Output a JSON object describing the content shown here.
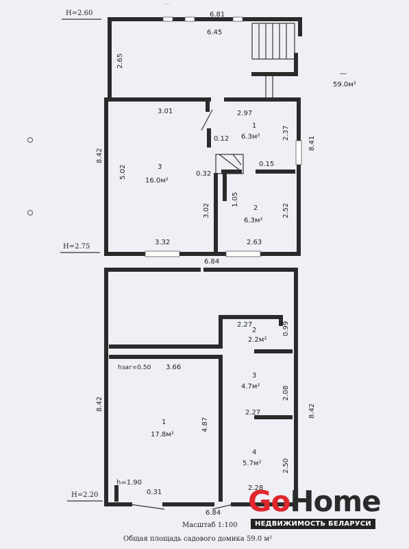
{
  "top_caption": "...",
  "total_area": "59.0м²",
  "total_area_dash": "—",
  "floor1": {
    "height": "H=2.60",
    "dims": {
      "top_outer": "6.81",
      "top_inner": "6.45",
      "left_terrace": "2.65",
      "left_total": "8.42",
      "right_total": "8.41",
      "room3_w": "3.01",
      "room3_h": "5.02",
      "room3_bottom": "3.32",
      "room1_w": "2.97",
      "room1_h": "2.37",
      "room2_h": "2.52",
      "room2_bottom": "2.63",
      "bottom_outer": "6.84",
      "corr_0_12": "0.12",
      "corr_0_32": "0.32",
      "corr_3_02": "3.02",
      "corr_1_05": "1.05",
      "corr_0_15": "0.15"
    },
    "rooms": [
      {
        "num": "3",
        "area": "16.0м²"
      },
      {
        "num": "1",
        "area": "6.3м²"
      },
      {
        "num": "2",
        "area": "6.3м²"
      }
    ]
  },
  "floor2": {
    "height": "H=2.75",
    "dims": {
      "left_total": "8.42",
      "right_total": "8.42",
      "r1_w": "3.66",
      "r1_h": "4.87",
      "hzag": "hзаг=0.50",
      "h_low": "h=1.90",
      "sill": "0.31",
      "bottom": "6.84",
      "r2_w": "2.27",
      "r2_h": "0.99",
      "r3_h": "2.08",
      "r3_w": "2.27",
      "r4_h": "2.50",
      "r4_w": "2.28"
    },
    "rooms": [
      {
        "num": "1",
        "area": "17.8м²"
      },
      {
        "num": "2",
        "area": "2.2м²"
      },
      {
        "num": "3",
        "area": "4.7м²"
      },
      {
        "num": "4",
        "area": "5.7м²"
      }
    ]
  },
  "floor3_height": "H=2.20",
  "scale": "Масштаб 1:100",
  "summary": "Общая площадь садового домика 59.0 м²",
  "logo": {
    "go": "Go",
    "home": "Home",
    "sub": "НЕДВИЖИМОСТЬ БЕЛАРУСИ"
  }
}
